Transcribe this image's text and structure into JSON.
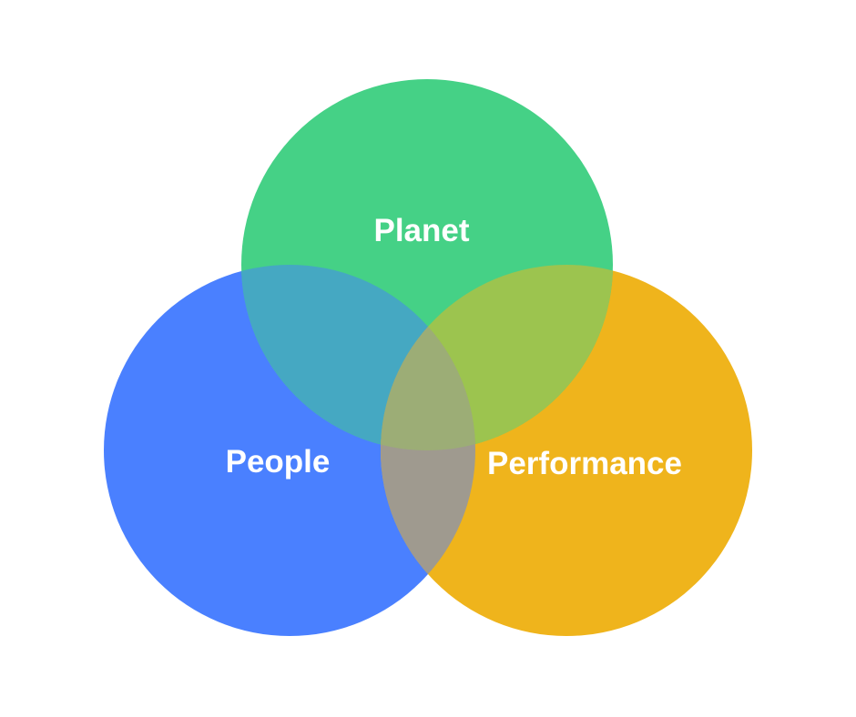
{
  "diagram": {
    "type": "venn",
    "sets": [
      {
        "key": "planet",
        "label": "Planet",
        "color": "#45D186"
      },
      {
        "key": "people",
        "label": "People",
        "color": "#4A80FF"
      },
      {
        "key": "performance",
        "label": "Performance",
        "color": "#EFB41C"
      }
    ],
    "overlap_colors": {
      "planet_people": "#45A8C2",
      "planet_performance": "#9CC44F",
      "people_performance": "#9F9A8F",
      "all_three": "#9CAD76"
    }
  }
}
